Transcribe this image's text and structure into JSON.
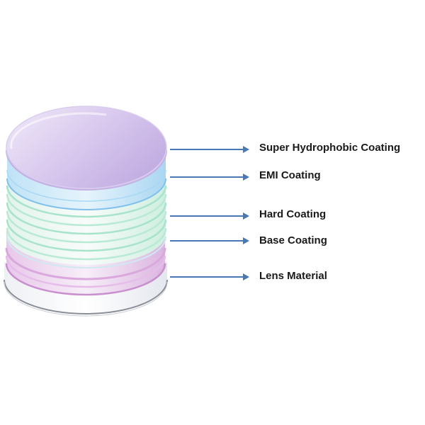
{
  "layers": [
    {
      "label": "Super Hydrophobic Coating",
      "color": "#c9b4e6"
    },
    {
      "label": "EMI Coating",
      "color": "#8cc6ee"
    },
    {
      "label": "Hard Coating",
      "color": "#9ee0c4"
    },
    {
      "label": "Base Coating",
      "color": "#e2bde6"
    },
    {
      "label": "Lens Material",
      "color": "#ecedf2"
    }
  ],
  "arrow_color": "#4a78b4"
}
